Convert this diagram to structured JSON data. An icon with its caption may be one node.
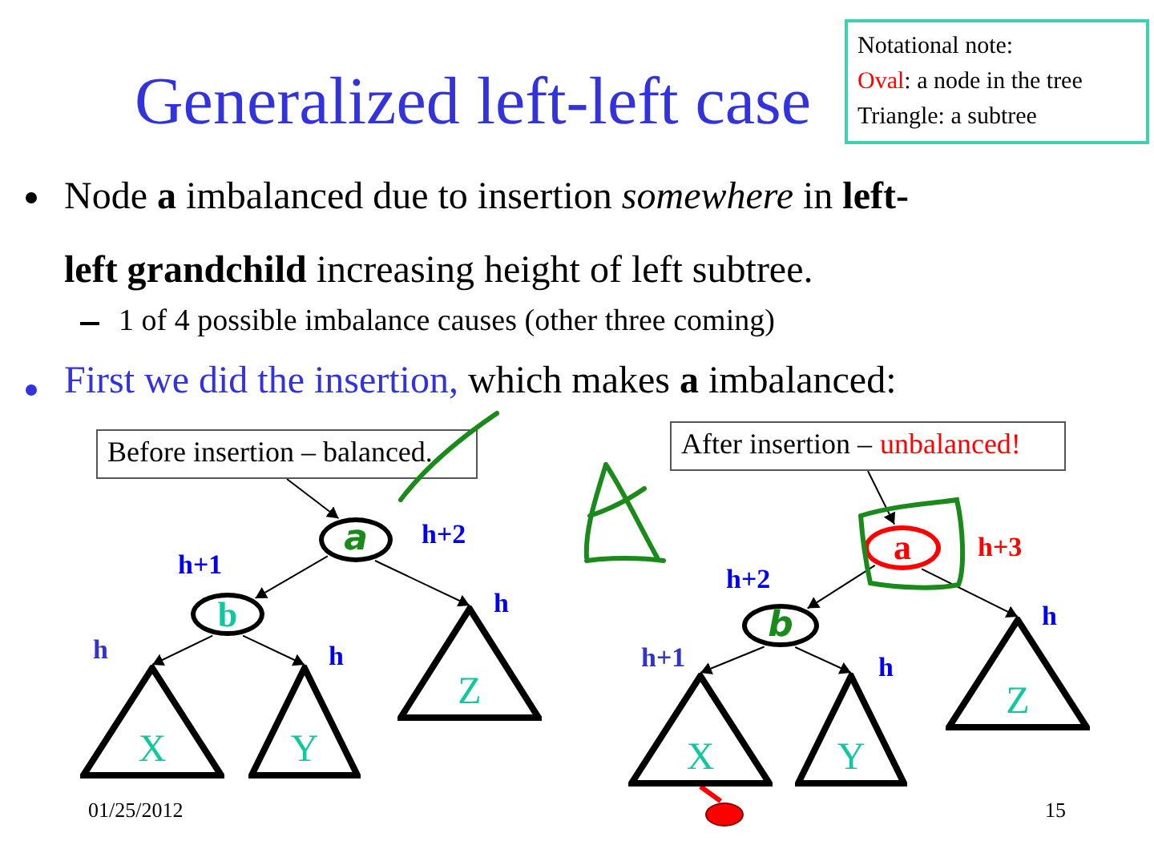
{
  "diagram": {
    "title": "Generalized left-left case",
    "nodes": [
      {
        "text": [
          "Before insertion – balanced."
        ]
      },
      {
        "text": [
          "a"
        ],
        "beside": [
          "h+2"
        ]
      },
      {
        "text": [
          "b"
        ],
        "beside": [
          "h+1"
        ]
      },
      {
        "text": [
          "X"
        ],
        "beside": [
          "h"
        ]
      },
      {
        "text": [
          "Y"
        ],
        "beside": [
          "h"
        ]
      },
      {
        "text": [
          "Z"
        ],
        "beside": [
          "h"
        ]
      },
      {
        "text": [
          "After insertion –",
          "unbalanced!"
        ]
      },
      {
        "text": [
          "a"
        ],
        "beside": [
          "h+3"
        ]
      },
      {
        "text": [
          "b"
        ],
        "beside": [
          "h+2"
        ]
      },
      {
        "text": [
          "X"
        ],
        "beside": [
          "h+1"
        ]
      },
      {
        "text": [
          "Y"
        ],
        "beside": [
          "h"
        ]
      },
      {
        "text": [
          "Z"
        ],
        "beside": [
          "h"
        ]
      },
      {
        "text": [],
        "shape": "ellipse"
      },
      {
        "text": [
          "Notational note:",
          "Oval: a node in the tree",
          "Triangle: a subtree"
        ]
      }
    ],
    "edges": [
      {
        "from": 0,
        "to": 1,
        "arrow": "to"
      },
      {
        "from": 1,
        "to": 2,
        "arrow": "to"
      },
      {
        "from": 1,
        "to": 5,
        "arrow": "to"
      },
      {
        "from": 2,
        "to": 3,
        "arrow": "to"
      },
      {
        "from": 2,
        "to": 4,
        "arrow": "to"
      },
      {
        "from": 6,
        "to": 7,
        "arrow": "to"
      },
      {
        "from": 7,
        "to": 8,
        "arrow": "to"
      },
      {
        "from": 7,
        "to": 11,
        "arrow": "to"
      },
      {
        "from": 8,
        "to": 9,
        "arrow": "to"
      },
      {
        "from": 8,
        "to": 10,
        "arrow": "to"
      },
      {
        "from": 9,
        "to": 12,
        "arrow": "none",
        "style": "thick",
        "color": "#ff0000"
      }
    ],
    "labels": [
      "Node **a** imbalanced due to insertion *somewhere* in **left-left grandchild** increasing height of left subtree.",
      "1 of 4 possible imbalance causes (other three coming)",
      "First we did the insertion,",
      "which makes **a** imbalanced:",
      "01/25/2012",
      "15"
    ]
  }
}
